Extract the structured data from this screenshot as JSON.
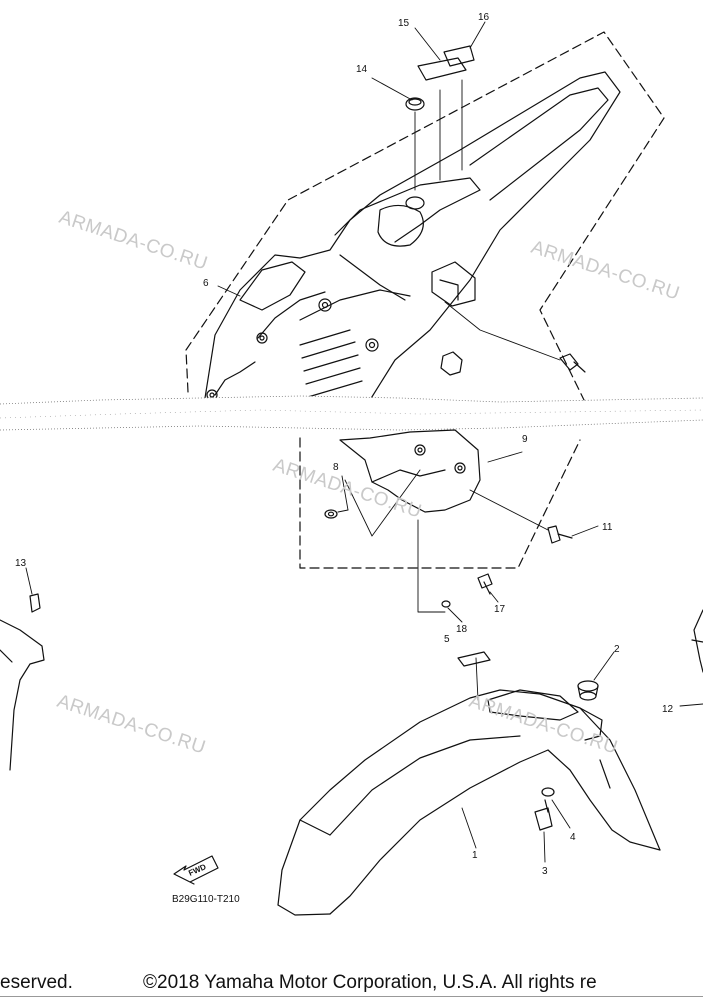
{
  "watermark": "ARMADA-CO.RU",
  "diagram_code": "B29G110-T210",
  "fwd_label": "FWD",
  "callouts": {
    "c1": "1",
    "c2": "2",
    "c3": "3",
    "c4": "4",
    "c5": "5",
    "c6": "6",
    "c8": "8",
    "c9": "9",
    "c11": "11",
    "c12": "12",
    "c13": "13",
    "c14": "14",
    "c15": "15",
    "c16": "16",
    "c17": "17",
    "c18": "18"
  },
  "footer": {
    "left": "eserved.",
    "right": "©2018 Yamaha Motor Corporation, U.S.A. All rights re"
  }
}
